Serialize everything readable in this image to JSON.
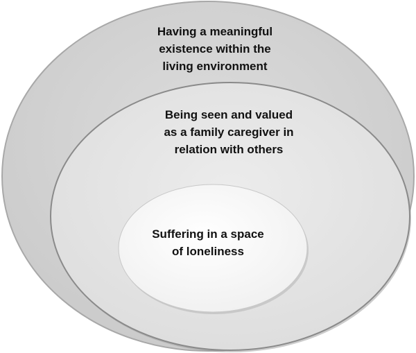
{
  "diagram": {
    "outer": {
      "lines": [
        "Having a meaningful",
        "existence within the",
        "living environment"
      ],
      "fill": "#d3d3d3"
    },
    "middle": {
      "lines": [
        "Being seen and valued",
        "as a family caregiver in",
        "relation with others"
      ],
      "fill": "#e6e6e6"
    },
    "inner": {
      "lines": [
        "Suffering in a space",
        "of loneliness"
      ],
      "fill": "#ffffff"
    }
  }
}
